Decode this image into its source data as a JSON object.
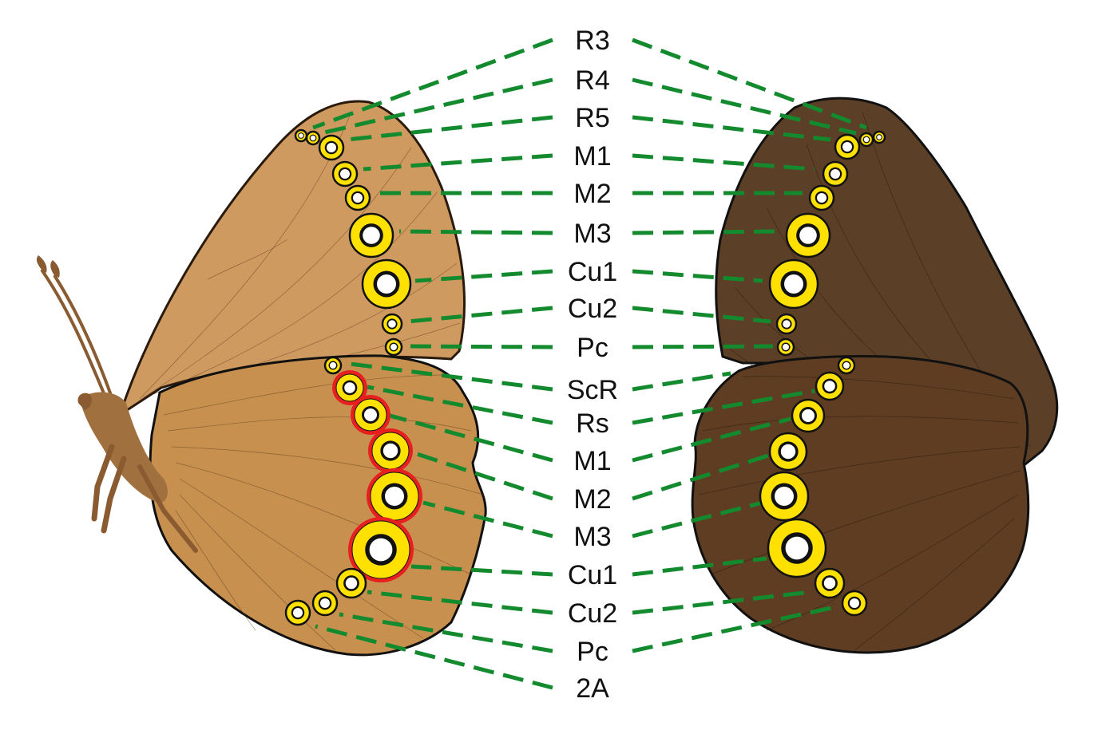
{
  "colors": {
    "forewing_ventral": "#cf9a5f",
    "hindwing_ventral": "#c8904f",
    "forewing_dorsal": "#5b3f27",
    "hindwing_dorsal": "#5e3d22",
    "eyespot_ring": "#ffe100",
    "eyespot_outline": "#111111",
    "eyespot_red_ring": "#e81f1f",
    "leader_line": "#138a2e",
    "body": "#a0703f"
  },
  "labels": {
    "forewing": [
      "R3",
      "R4",
      "R5",
      "M1",
      "M2",
      "M3",
      "Cu1",
      "Cu2",
      "Pc"
    ],
    "hindwing": [
      "ScR",
      "Rs",
      "M1",
      "M2",
      "M3",
      "Cu1",
      "Cu2",
      "Pc",
      "2A"
    ]
  }
}
